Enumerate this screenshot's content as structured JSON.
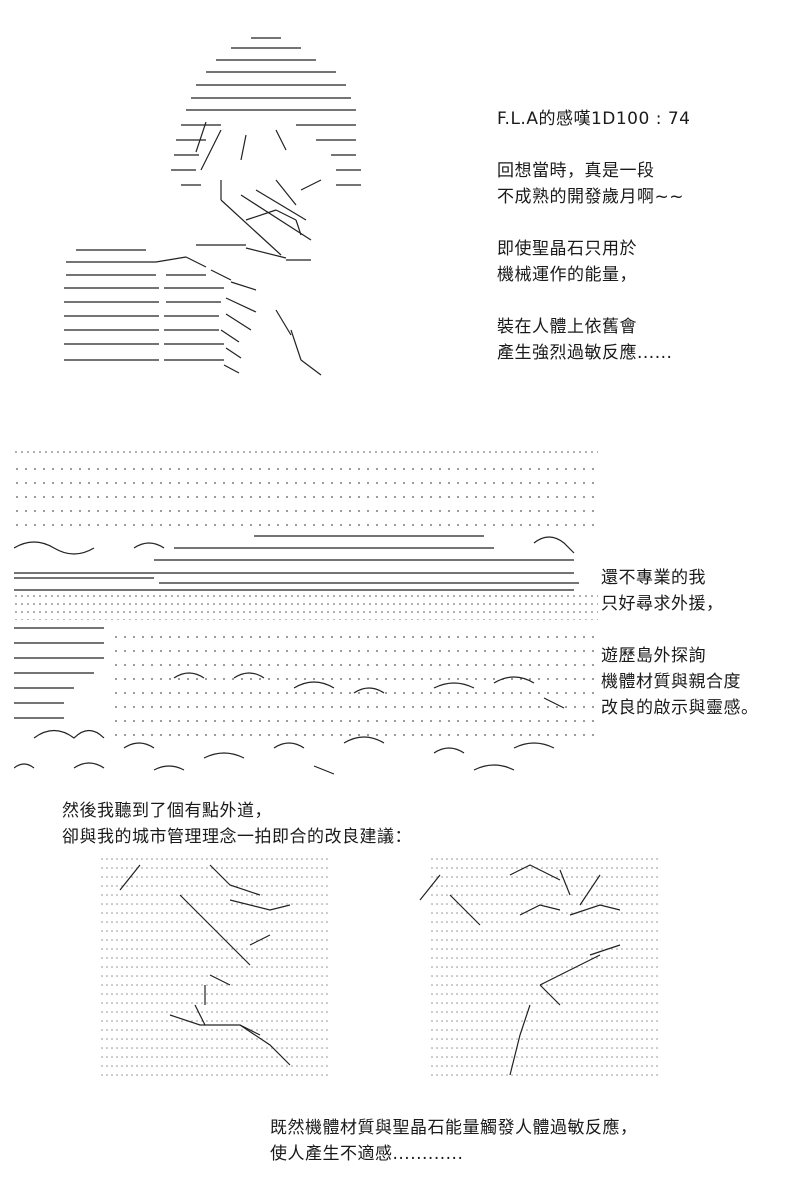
{
  "block1": {
    "paragraphs": [
      [
        "F.L.A的感嘆1D100 : 74"
      ],
      [
        "回想當時，真是一段",
        "不成熟的開發歲月啊~~"
      ],
      [
        "即使聖晶石只用於",
        "機械運作的能量，"
      ],
      [
        "裝在人體上依舊會",
        "產生強烈過敏反應......"
      ]
    ]
  },
  "block2": {
    "paragraphs": [
      [
        "還不專業的我",
        "只好尋求外援，"
      ],
      [
        "遊歷島外探詢",
        "機體材質與親合度",
        "改良的啟示與靈感。"
      ]
    ]
  },
  "block3": {
    "paragraphs": [
      [
        "然後我聽到了個有點外道，",
        "卻與我的城市管理理念一拍即合的改良建議："
      ]
    ]
  },
  "block4": {
    "paragraphs": [
      [
        "既然機體材質與聖晶石能量觸發人體過敏反應，",
        "使人產生不適感............"
      ]
    ]
  },
  "colors": {
    "text": "#1a1a1a",
    "art_stroke": "#222222",
    "background": "#ffffff"
  }
}
